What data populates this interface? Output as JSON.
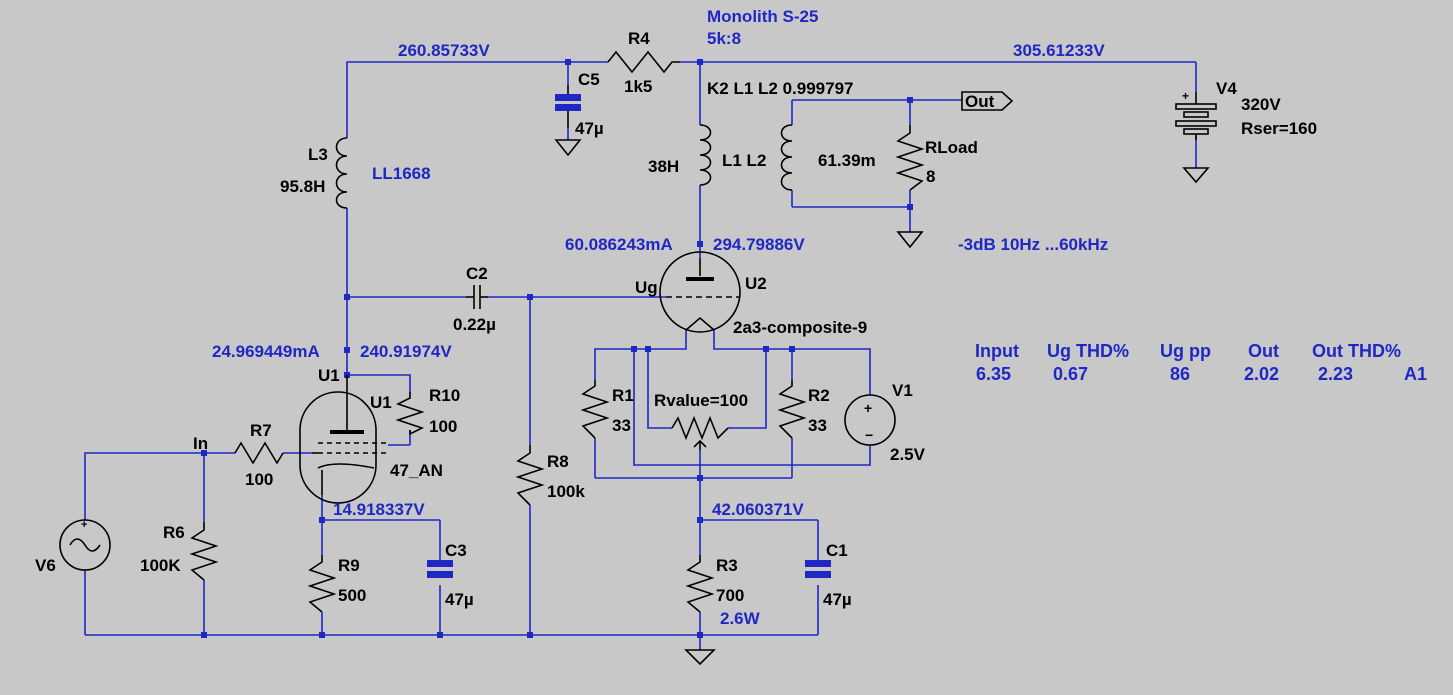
{
  "title": {
    "line1": "Monolith S-25",
    "line2": "5k:8"
  },
  "voltages": {
    "top_left": "260.85733V",
    "top_right": "305.61233V",
    "u1_plate_current": "24.969449mA",
    "u1_plate_voltage": "240.91974V",
    "u2_plate_current": "60.086243mA",
    "u2_plate_voltage": "294.79886V",
    "u1_cathode": "14.918337V",
    "u2_cathode": "42.060371V"
  },
  "components": {
    "r4": {
      "name": "R4",
      "value": "1k5"
    },
    "c5": {
      "name": "C5",
      "value": "47µ"
    },
    "l3": {
      "name": "L3",
      "value": "95.8H",
      "model": "LL1668"
    },
    "l1": {
      "value": "38H",
      "names": "L1 L2"
    },
    "l2": {
      "value": "61.39m"
    },
    "coupling": "K2 L1 L2 0.999797",
    "out": "Out",
    "rload": {
      "name": "RLoad",
      "value": "8"
    },
    "v4": {
      "name": "V4",
      "value": "320V",
      "rser": "Rser=160"
    },
    "bandwidth": "-3dB  10Hz ...60kHz",
    "c2": {
      "name": "C2",
      "value": "0.22µ"
    },
    "ug": "Ug",
    "u2": {
      "name": "U2",
      "model": "2a3-composite-9"
    },
    "u1_node": "U1",
    "u1": {
      "name": "U1",
      "model": "47_AN"
    },
    "r10": {
      "name": "R10",
      "value": "100"
    },
    "r7": {
      "name": "R7",
      "value": "100"
    },
    "in": "In",
    "r8": {
      "name": "R8",
      "value": "100k"
    },
    "r1": {
      "name": "R1",
      "value": "33"
    },
    "r2": {
      "name": "R2",
      "value": "33"
    },
    "rvalue": "Rvalue=100",
    "v1": {
      "name": "V1",
      "value": "2.5V"
    },
    "v6": {
      "name": "V6"
    },
    "r6": {
      "name": "R6",
      "value": "100K"
    },
    "r9": {
      "name": "R9",
      "value": "500"
    },
    "c3": {
      "name": "C3",
      "value": "47µ"
    },
    "r3": {
      "name": "R3",
      "value": "700",
      "power": "2.6W"
    },
    "c1": {
      "name": "C1",
      "value": "47µ"
    }
  },
  "table": {
    "headers": [
      "Input",
      "Ug THD%",
      "Ug pp",
      "Out",
      "Out THD%"
    ],
    "values": [
      "6.35",
      "0.67",
      "86",
      "2.02",
      "2.23",
      "A1"
    ]
  }
}
